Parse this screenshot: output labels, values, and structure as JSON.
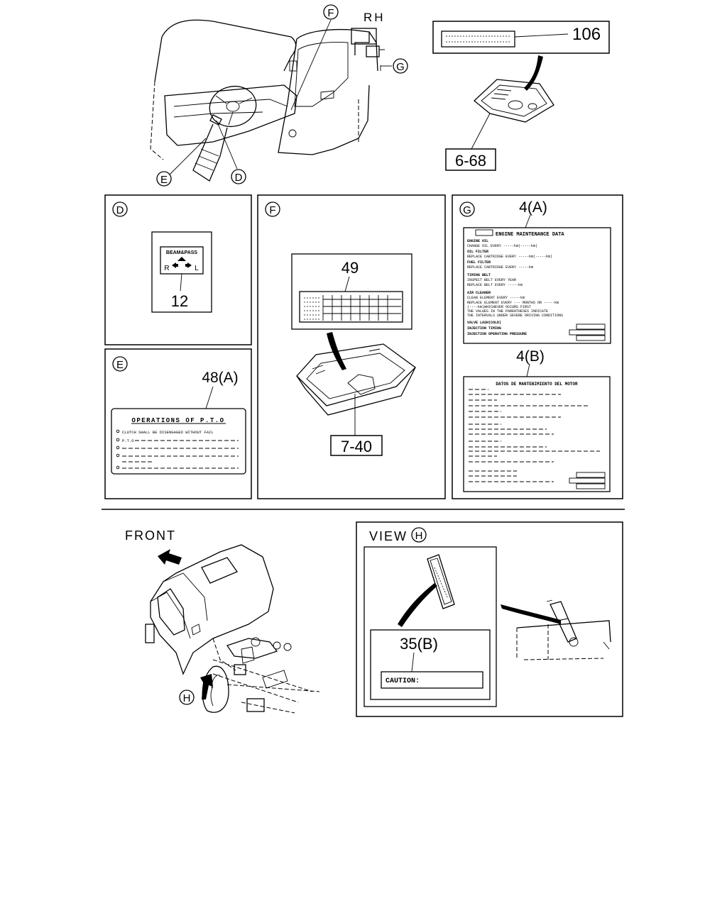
{
  "top_view": {
    "side_label": "RH",
    "callouts": [
      "F",
      "G",
      "E",
      "D"
    ]
  },
  "dome_light": {
    "label_part": "106",
    "light_part": "6-68"
  },
  "panel_d": {
    "marker": "D",
    "switch_text": "BEAM&PASS",
    "left_letter": "R",
    "right_letter": "L",
    "part": "12"
  },
  "panel_e": {
    "marker": "E",
    "part": "48(A)",
    "label_title": "OPERATIONS OF P.T.O",
    "lines": [
      "CLUTCH SHALL BE DISENGAGED WITHOUT FAIL",
      "P.T.O"
    ]
  },
  "panel_f": {
    "marker": "F",
    "label_part": "49",
    "box_part": "7-40"
  },
  "panel_g": {
    "marker": "G",
    "part_a": "4(A)",
    "part_b": "4(B)",
    "label_a_title": "ENGINE MAINTENANCE DATA",
    "label_a_lines": [
      "ENGINE OIL",
      "CHANGE OIL EVERY -----km(-----km)",
      "OIL FILTER",
      "REPLACE CARTRIDGE EVERY -----km(-----km)",
      "FUEL FILTER",
      "REPLACE CARTRIDGE EVERY -----km",
      "TIMING BELT",
      "INSPECT BELT EVERY YEAR",
      "REPLACE BELT EVERY -----km",
      "AIR CLEANER",
      "CLEAN ELEMENT EVERY -----km",
      "REPLACE ELEMENT EVERY --- MONTHS OR -----km",
      "(----km)WHICHEVER OCCURS FIRST",
      "THE VALUES IN THE PARENTHESES INDICATE",
      "THE INTERVALS UNDER SEVERE DRIVING CONDITIONS",
      "VALVE LASH(COLD)",
      "INJECTION TIMING",
      "INJECTION OPERATING PRESSURE"
    ],
    "label_b_title": "DATOS DE MANTENIMIENTO DEL MOTOR"
  },
  "bottom": {
    "front_label": "FRONT",
    "view_marker": "H",
    "view_label": "VIEW",
    "part": "35(B)",
    "caution_text": "CAUTION:"
  }
}
